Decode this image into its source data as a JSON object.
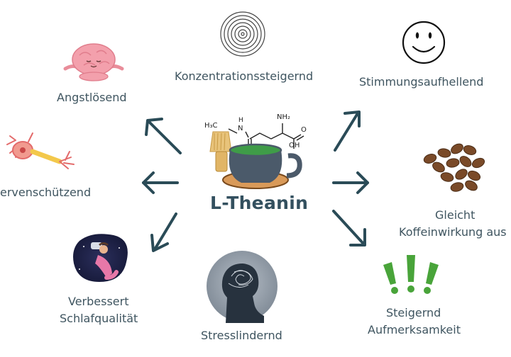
{
  "center": {
    "title": "L-Theanin",
    "formula": {
      "methyl": "H₃C",
      "nh": "N",
      "h": "H",
      "amine": "NH₂",
      "oxygen": "O",
      "hydroxyl": "OH"
    }
  },
  "benefits": {
    "concentration": "Konzentrationssteigernd",
    "mood": "Stimmungsaufhellend",
    "anxiety": "Angstlösend",
    "nerve": "ervenschützend",
    "caffeine_line1": "Gleicht",
    "caffeine_line2": "Koffeinwirkung aus",
    "sleep_line1": "Verbessert",
    "sleep_line2": "Schlafqualität",
    "stress": "Stresslindernd",
    "alert_line1": "Steigernd",
    "alert_line2": "Aufmerksamkeit"
  },
  "colors": {
    "text": "#3f5560",
    "title": "#33505f",
    "arrow": "#2a4b57",
    "tea": "#3f9c48",
    "cup": "#4b5a6a",
    "brain": "#f3a0ac",
    "exclaim": "#49a43a",
    "bean": "#7a4a28",
    "sleep_bg": "#1f2346",
    "stress_bg": "#8f9aa6"
  }
}
